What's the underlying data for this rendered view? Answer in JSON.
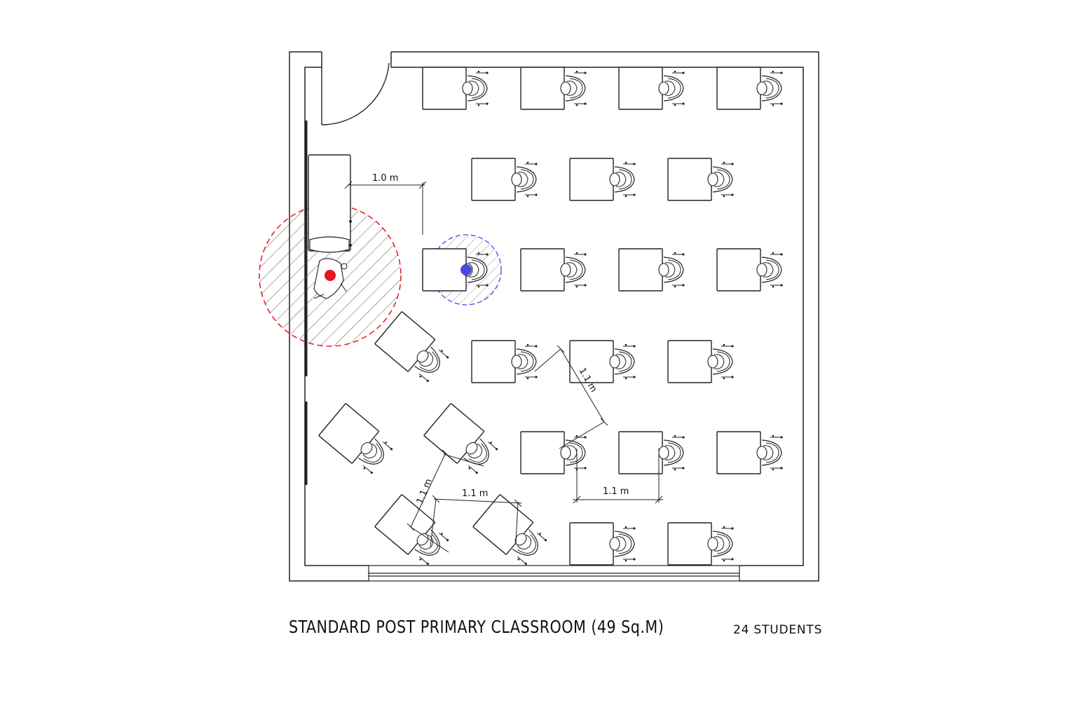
{
  "title": "STANDARD POST PRIMARY CLASSROOM (49 Sq.M)",
  "student_count": "24 STUDENTS",
  "dimensions": {
    "teacher_desk_clearance": "1.0 m",
    "diagonal_spacing_upper": "1.1 m",
    "row_spacing": "1.1 m",
    "diagonal_spacing_lower": "1.1 m",
    "angled_desk_spacing": "1.1 m"
  },
  "colors": {
    "teacher_marker": "#e8141e",
    "teacher_zone": "#e8141e",
    "student_marker": "#4a4ae0",
    "student_zone": "#4a4ae0",
    "lines": "#222222"
  }
}
